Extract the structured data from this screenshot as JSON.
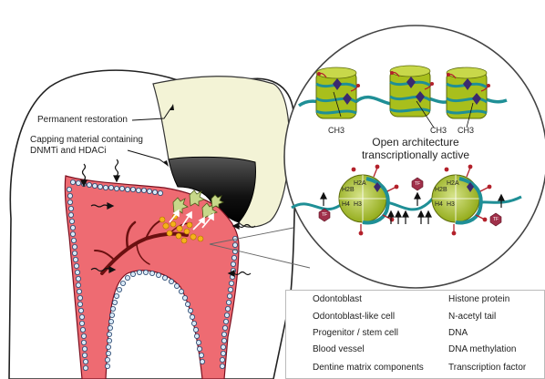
{
  "labels": {
    "permanent_restoration": "Permanent restoration",
    "capping_line1": "Capping material containing",
    "capping_line2": "DNMTi and HDACi",
    "ch3_a": "CH3",
    "ch3_b": "CH3",
    "ch3_c": "CH3",
    "open_line1": "Open architecture",
    "open_line2": "transcriptionally active",
    "h2b_1": "H2B",
    "h2a_1": "H2A",
    "h4_1": "H4",
    "h3_1": "H3",
    "h2b_2": "H2B",
    "h2a_2": "H2A",
    "h4_2": "H4",
    "h3_2": "H3",
    "tf": "TF"
  },
  "legend": {
    "left": [
      {
        "icon": "odontoblast-icon",
        "label": "Odontoblast"
      },
      {
        "icon": "odontoblast-like-cell-icon",
        "label": "Odontoblast-like cell"
      },
      {
        "icon": "progenitor-stem-cell-icon",
        "label": "Progenitor / stem cell"
      },
      {
        "icon": "blood-vessel-icon",
        "label": "Blood vessel"
      },
      {
        "icon": "dentine-matrix-arrow-icon",
        "label": "Dentine matrix components"
      }
    ],
    "right": [
      {
        "icon": "histone-protein-icon",
        "label": "Histone protein"
      },
      {
        "icon": "n-acetyl-tail-icon",
        "label": "N-acetyl tail"
      },
      {
        "icon": "dna-icon",
        "label": "DNA"
      },
      {
        "icon": "dna-methylation-icon",
        "label": "DNA methylation"
      },
      {
        "icon": "transcription-factor-icon",
        "label": "Transcription factor"
      }
    ]
  },
  "colors": {
    "pulp": "#ee6b72",
    "pulp_outline": "#b3122a",
    "histone": "#a8bf1c",
    "dna": "#1f8f96",
    "methylation": "#3b2a6e",
    "tail": "#b3202a",
    "tf": "#a0304a",
    "restoration": "#f3f3d6",
    "capping": "#151515"
  }
}
